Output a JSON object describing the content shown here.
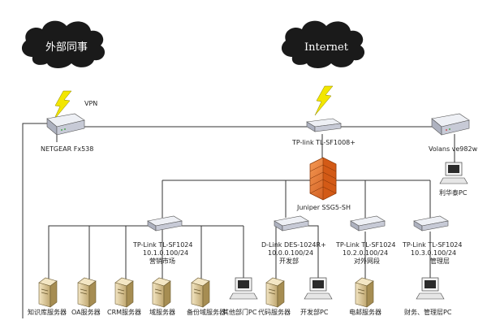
{
  "clouds": {
    "left": "外部同事",
    "right": "Internet"
  },
  "links": {
    "vpn": "VPN"
  },
  "devices": {
    "netgear": "NETGEAR Fx538",
    "tplink_top": "TP-link TL-SF1008+",
    "volans": "Volans ve982w",
    "lihuatai": "利华泰PC",
    "juniper": "Juniper SSG5-SH",
    "sw_market": {
      "model": "TP-Link TL-SF1024",
      "ip": "10.1.0.100/24",
      "dept": "营销市场"
    },
    "sw_dev": {
      "model": "D-Link DES-1024R+",
      "ip": "10.0.0.100/24",
      "dept": "开发部"
    },
    "sw_web": {
      "model": "TP-Link TL-SF1024",
      "ip": "10.2.0.100/24",
      "dept": "对外网段"
    },
    "sw_mgmt": {
      "model": "TP-Link TL-SF1024",
      "ip": "10.3.0.100/24",
      "dept": "管理层"
    }
  },
  "endpoints": {
    "kb_server": "知识库服务器",
    "oa_server": "OA服务器",
    "crm_server": "CRM服务器",
    "domain_server": "域服务器",
    "backup_server": "备份域服务器",
    "other_pc": "其他部门PC",
    "code_server": "代码服务器",
    "dev_pc": "开发部PC",
    "email_server": "电邮服务器",
    "finance_pc": "财务、管理层PC"
  },
  "colors": {
    "cloud": "#1a1a1a",
    "lightning": "#f2e600",
    "firewall": "#e8742a",
    "server": "#d8c49a",
    "switch": "#c9ccd6"
  }
}
